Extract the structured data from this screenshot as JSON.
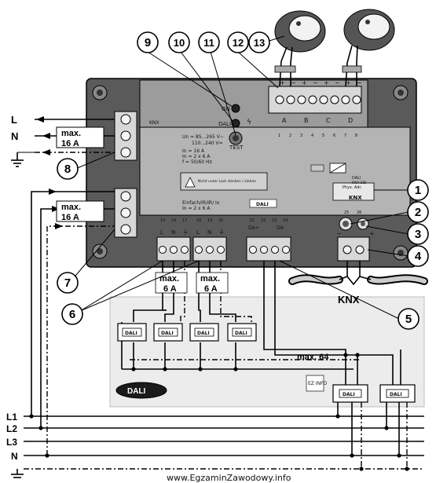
{
  "left_supply": {
    "L": "L",
    "N": "N"
  },
  "fuse_labels": [
    "max.",
    "16 A",
    "max.",
    "16 A"
  ],
  "output_fuses": [
    "max.",
    "6 A",
    "max.",
    "6 A"
  ],
  "bus_label": "KNX",
  "device_label": "KNX",
  "dali_limit": "max. 64",
  "dali_logo": "DALI",
  "dali_small": "DALI",
  "ballast_text": "DALI",
  "terminals": {
    "sensor": [
      "A",
      "B",
      "C",
      "D"
    ],
    "sensor_nums": [
      "1",
      "2",
      "3",
      "4",
      "5",
      "6",
      "7",
      "8"
    ],
    "out_top": [
      "L",
      "N",
      "L",
      "N"
    ],
    "dali_top": [
      "DA+",
      "DA-"
    ],
    "bottom_nums": [
      "15",
      "16",
      "17",
      "18",
      "19",
      "20",
      "21",
      "22",
      "23",
      "24"
    ],
    "knx_nums": [
      "25",
      "26"
    ]
  },
  "device_texts": {
    "on": "ON",
    "dali": "DALI",
    "test": "TEST",
    "spec1": "Un = 85...265 V~",
    "spec2": "110...240 V=",
    "spec3": "In = 16 A",
    "spec4": "In = 2 x 6 A",
    "spec5": "f = 50/60 Hz",
    "spec6": "Einfach/IR/IR/ Ix",
    "spec7": "In = 2 x 6 A",
    "warn": "Nicht unter Last stecken / ziehen",
    "phys": "Phys. Adr.",
    "knx_small": "KNX",
    "dali_knx": "DALI",
    "cert": "KNX EIB"
  },
  "callouts": [
    "1",
    "2",
    "3",
    "4",
    "5",
    "6",
    "7",
    "8",
    "9",
    "10",
    "11",
    "12",
    "13"
  ],
  "bus_lines": [
    "L1",
    "L2",
    "L3",
    "N"
  ],
  "watermark": "www.EgzaminZawodowy.info",
  "stamp": "EZ INFO"
}
